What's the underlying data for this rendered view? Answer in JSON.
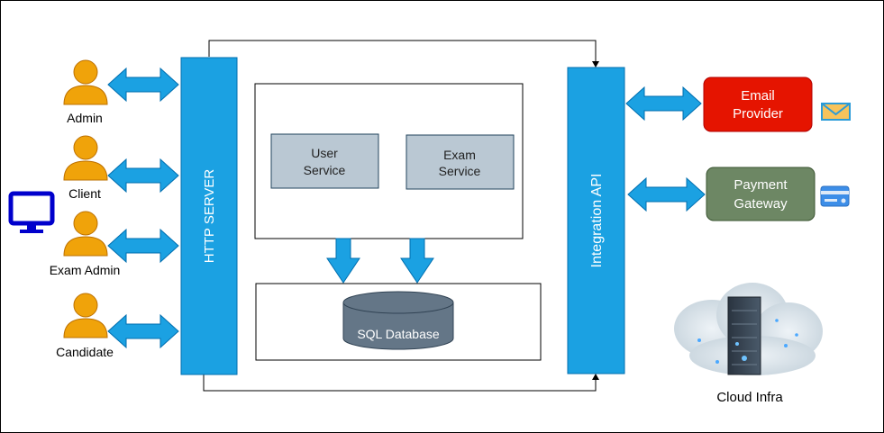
{
  "actors": [
    {
      "label": "Admin"
    },
    {
      "label": "Client"
    },
    {
      "label": "Exam Admin"
    },
    {
      "label": "Candidate"
    }
  ],
  "http_server": {
    "label": "HTTP SERVER",
    "color": "#1ba1e2"
  },
  "services": [
    {
      "line1": "User",
      "line2": "Service"
    },
    {
      "line1": "Exam",
      "line2": "Service"
    }
  ],
  "database": {
    "label": "SQL Database",
    "color": "#647687"
  },
  "integration_api": {
    "label": "Integration API",
    "color": "#1ba1e2"
  },
  "externals": {
    "email": {
      "line1": "Email",
      "line2": "Provider",
      "color": "#e51400"
    },
    "payment": {
      "line1": "Payment",
      "line2": "Gateway",
      "color": "#6d8764"
    }
  },
  "cloud": {
    "label": "Cloud Infra"
  },
  "icons": {
    "monitor": "monitor-icon",
    "envelope": "envelope-icon",
    "card": "credit-card-icon",
    "user": "user-icon",
    "server": "server-rack-icon"
  },
  "colors": {
    "arrow": "#1ba1e2",
    "actor": "#f0a30a",
    "service_fill": "#bac8d3",
    "service_stroke": "#23445d"
  }
}
